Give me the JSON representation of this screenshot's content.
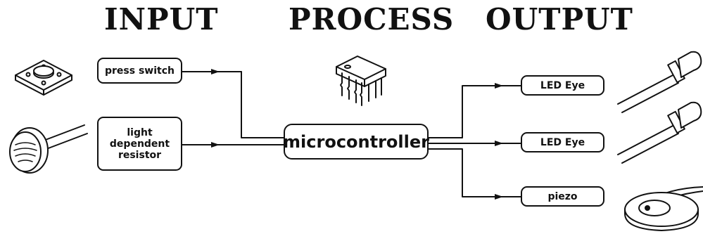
{
  "headings": {
    "input": "INPUT",
    "process": "PROCESS",
    "output": "OUTPUT"
  },
  "blocks": {
    "press_switch": "press switch",
    "ldr": "light\ndependent\nresistor",
    "microcontroller": "microcontroller",
    "led_eye_1": "LED Eye",
    "led_eye_2": "LED Eye",
    "piezo": "piezo"
  },
  "colors": {
    "line": "#111111",
    "background": "#ffffff"
  },
  "icons": {
    "input": [
      "push-button-switch-icon",
      "light-dependent-resistor-icon"
    ],
    "process": [
      "microchip-icon"
    ],
    "output": [
      "led-icon",
      "led-icon",
      "piezo-buzzer-icon"
    ]
  }
}
